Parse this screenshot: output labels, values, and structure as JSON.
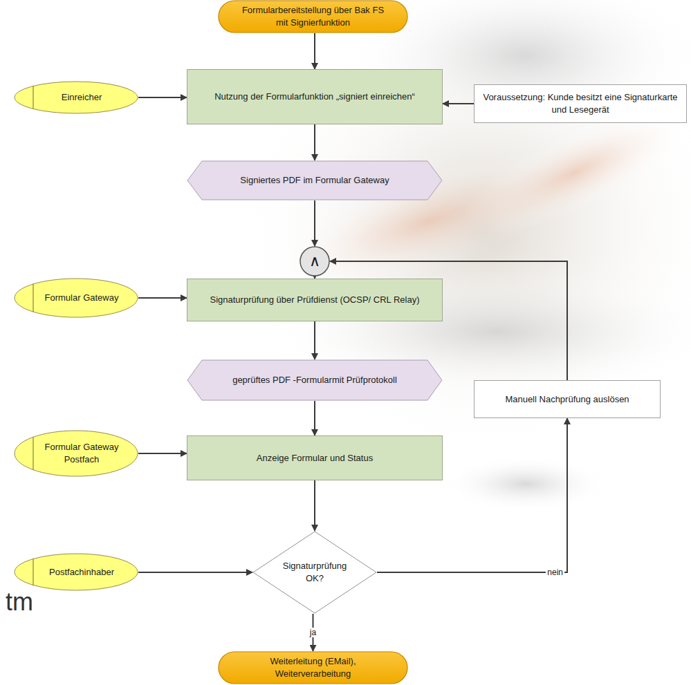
{
  "diagram": {
    "nodes": [
      {
        "text": [
          "Formularbereitstellung über Bak FS mit Signierfunktion"
        ]
      },
      {
        "text": [
          "Einreicher"
        ]
      },
      {
        "text": [
          "Nutzung der Formularfunktion „signiert einreichen“"
        ]
      },
      {
        "text": [
          "Voraussetzung: Kunde besitzt eine Signaturkarte und Lesegerät"
        ]
      },
      {
        "text": [
          "Signiertes PDF im Formular Gateway"
        ]
      },
      {
        "text": [
          "∧"
        ]
      },
      {
        "text": [
          "Formular Gateway"
        ]
      },
      {
        "text": [
          "Signaturprüfung über Prüfdienst (OCSP/ CRL Relay)"
        ]
      },
      {
        "text": [
          "geprüftes PDF -Formularmit Prüfprotokoll"
        ]
      },
      {
        "text": [
          "Manuell Nachprüfung auslösen"
        ]
      },
      {
        "text": [
          "Formular Gateway Postfach"
        ]
      },
      {
        "text": [
          "Anzeige Formular und Status"
        ]
      },
      {
        "text": [
          "Postfachinhaber"
        ]
      },
      {
        "text": [
          "Signaturprüfung OK?"
        ]
      },
      {
        "text": [
          "Weiterleitung (EMail), Weiterverarbeitung"
        ]
      }
    ],
    "edges": [
      {
        "from": 0,
        "to": 2,
        "arrow": "to"
      },
      {
        "from": 1,
        "to": 2,
        "arrow": "to"
      },
      {
        "from": 3,
        "to": 2,
        "arrow": "to"
      },
      {
        "from": 2,
        "to": 4,
        "arrow": "to"
      },
      {
        "from": 4,
        "to": 5,
        "arrow": "to"
      },
      {
        "from": 9,
        "to": 5,
        "arrow": "to"
      },
      {
        "from": 5,
        "to": 7,
        "arrow": "to"
      },
      {
        "from": 6,
        "to": 7,
        "arrow": "to"
      },
      {
        "from": 7,
        "to": 8,
        "arrow": "to"
      },
      {
        "from": 8,
        "to": 11,
        "arrow": "to"
      },
      {
        "from": 10,
        "to": 11,
        "arrow": "to"
      },
      {
        "from": 11,
        "to": 13,
        "arrow": "to"
      },
      {
        "from": 12,
        "to": 13,
        "arrow": "to"
      },
      {
        "from": 13,
        "to": 9,
        "label": "nein",
        "arrow": "to"
      },
      {
        "from": 13,
        "to": 14,
        "label": "ja",
        "arrow": "to"
      }
    ],
    "labels": [
      "tm"
    ]
  }
}
